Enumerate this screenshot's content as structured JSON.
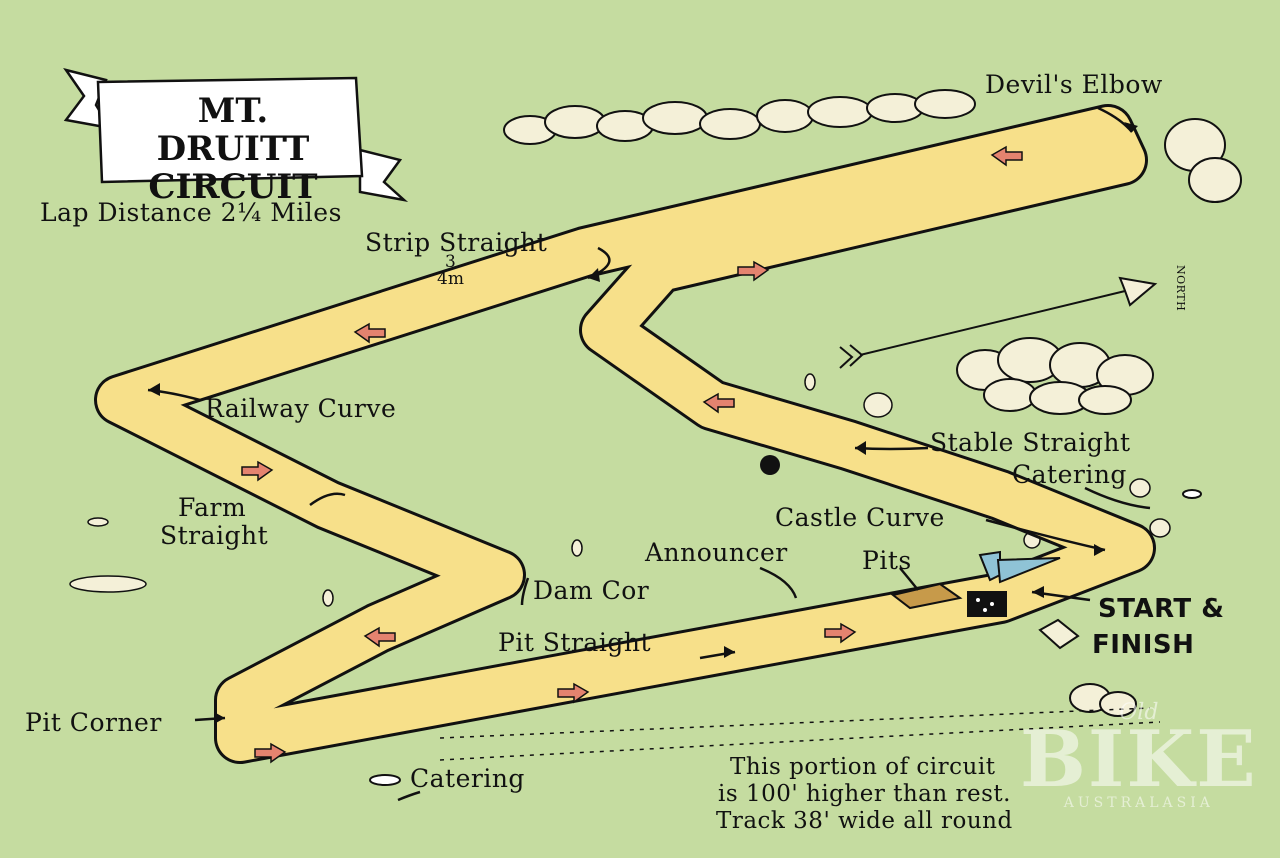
{
  "title": {
    "line1": "MT. DRUITT",
    "line2": "CIRCUIT"
  },
  "info": {
    "lap_distance": "Lap Distance 2¼ Miles",
    "note_line1": "This portion of circuit",
    "note_line2": "is 100' higher than rest.",
    "note_line3": "Track 38' wide all round"
  },
  "labels": {
    "devils_elbow": "Devil's Elbow",
    "strip_straight": "Strip Straight",
    "strip_fraction_num": "3",
    "strip_fraction_den": "4m",
    "railway_curve": "Railway Curve",
    "farm_straight_1": "Farm",
    "farm_straight_2": "Straight",
    "dam_cor": "Dam Cor",
    "announcer": "Announcer",
    "pits": "Pits",
    "pit_straight": "Pit Straight",
    "pit_corner": "Pit Corner",
    "catering_bottom": "Catering",
    "stable_straight": "Stable Straight",
    "catering_right": "Catering",
    "castle_curve": "Castle Curve",
    "start": "START &",
    "finish": "FINISH",
    "north": "NORTH"
  },
  "watermark": {
    "top": "Old",
    "main": "BIKE",
    "sub": "AUSTRALASIA"
  },
  "colors": {
    "background": "#c5dca0",
    "track": "#f7e08a",
    "direction_arrow": "#e4836f",
    "ink": "#111111",
    "pits": "#c79a4a",
    "start_area": "#8fc3d6"
  }
}
